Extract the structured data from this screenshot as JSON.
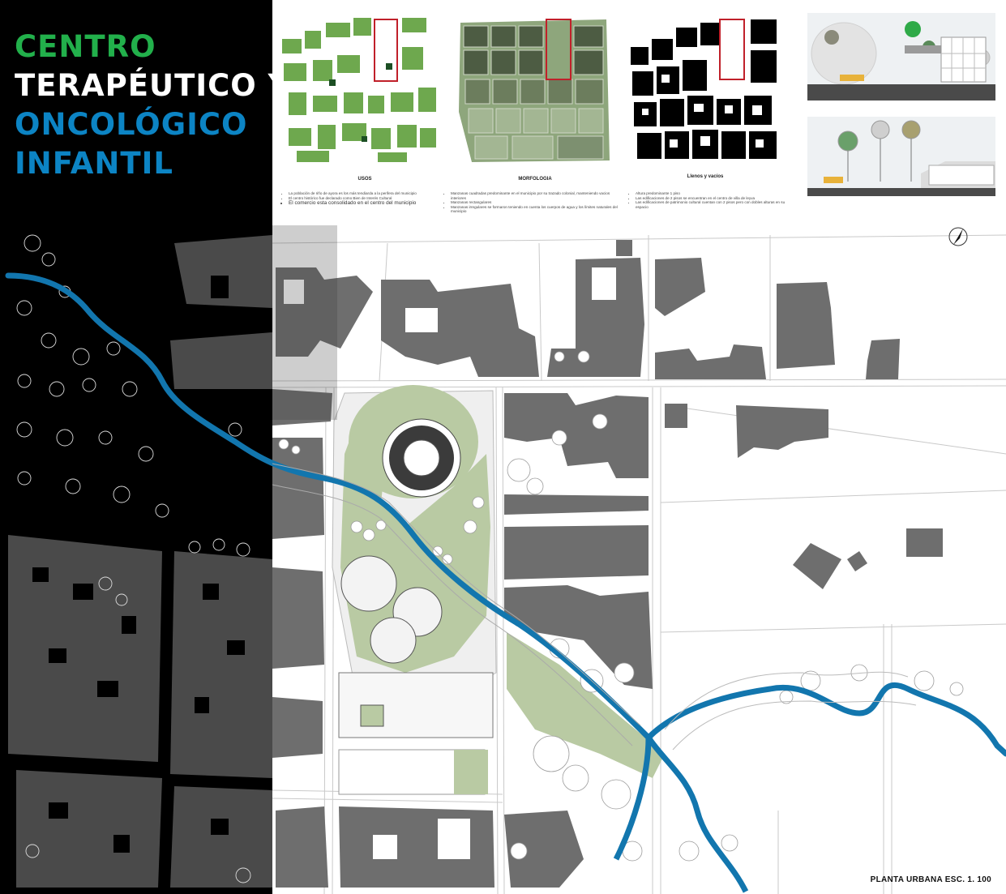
{
  "title": {
    "line1": "CENTRO",
    "line2": "TERAPÉUTICO Y",
    "line3": "ONCOLÓGICO",
    "line4": "INFANTIL",
    "colors": {
      "green": "#22b04b",
      "white": "#ffffff",
      "blue": "#0c84c4"
    }
  },
  "analysis": {
    "usos": {
      "caption": "USOS",
      "bullets": [
        "La población de riño de ayora es los más tendiarda a la perifera del municipio",
        "El centro histórico fue declarado como Bien de Interés Cultural",
        "El comercio esta consolidado en el centro del municipio"
      ]
    },
    "morfologia": {
      "caption": "MORFOLOGIA",
      "bullets": [
        "Manzanas cuadradas predominante en el municipio por su trazado colonial, manteniendo vacios interiores",
        "Manzanas rectangulares",
        "Manzanas irregulares se formaron teniendo en cuenta los cuerpos de agua y los límites naturales del municipio"
      ]
    },
    "llenos": {
      "caption": "Llenos y vacíos",
      "bullets": [
        "Altura predominante 1 piso",
        "Las edificaciones de 2 pisos se encuentran en el centro de villa de leyva",
        "Las edificaciones de patrimonio cultural cuentan con 2 pisos pero con dobles alturas en su espacio"
      ]
    }
  },
  "plan_label": "PLANTA URBANA  ESC. 1. 100",
  "colors": {
    "river": "#1276ae",
    "building": "#6f6f6f",
    "green_zone": "#b8c9a3",
    "highlight_red": "#c0202a"
  },
  "icons": [
    "north-arrow-icon"
  ]
}
